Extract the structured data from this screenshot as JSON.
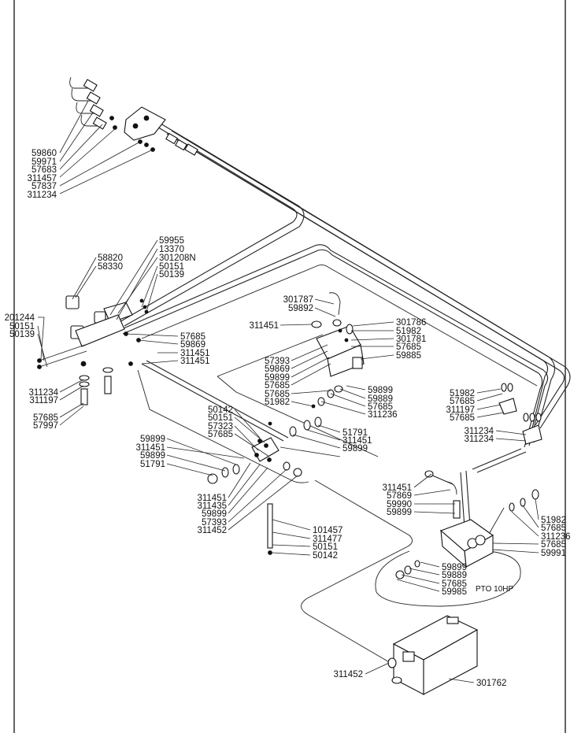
{
  "title": "",
  "callouts": {
    "tl1": "59860",
    "tl2": "59971",
    "tl3": "57683",
    "tl4": "311457",
    "tl5": "57837",
    "tl6": "311234",
    "v1": "59955",
    "v2": "13370",
    "v3": "301208N",
    "v4": "50151",
    "v5": "50139",
    "m1": "58820",
    "m2": "58330",
    "l1": "201244",
    "l2": "50151",
    "l3": "50139",
    "r1": "57685",
    "r2": "59869",
    "r3": "311451",
    "r4": "311451",
    "b1": "311234",
    "b2": "311197",
    "b3": "57685",
    "b4": "57997",
    "c1": "301787",
    "c2": "59892",
    "c3": "311451",
    "c4": "301786",
    "c5": "51982",
    "c6": "301781",
    "c7": "57685",
    "c8": "59885",
    "c9": "57393",
    "c10": "59869",
    "c11": "59899",
    "c12": "57685",
    "c13": "57685",
    "c14": "51982",
    "c15": "59899",
    "c16": "59889",
    "c17": "57685",
    "c18": "311236",
    "d1": "50142",
    "d2": "50151",
    "d3": "57323",
    "d4": "57685",
    "d5": "59899",
    "d6": "311451",
    "d7": "59899",
    "d8": "51791",
    "d9": "51791",
    "d10": "311451",
    "d11": "59899",
    "d12": "311451",
    "d13": "311435",
    "d14": "59899",
    "d15": "57393",
    "d16": "311452",
    "d17": "101457",
    "d18": "311477",
    "d19": "50151",
    "d20": "50142",
    "e1": "51982",
    "e2": "57685",
    "e3": "311197",
    "e4": "57685",
    "e5": "311234",
    "e6": "311234",
    "f1": "311451",
    "f2": "57869",
    "f3": "59990",
    "f4": "59899",
    "f5": "51982",
    "f6": "57685",
    "f7": "311236",
    "f8": "57685",
    "f9": "59991",
    "g1": "59899",
    "g2": "59889",
    "g3": "57685",
    "g4": "59985",
    "g5": "PTO  10HP",
    "h1": "311452",
    "h2": "301762"
  }
}
